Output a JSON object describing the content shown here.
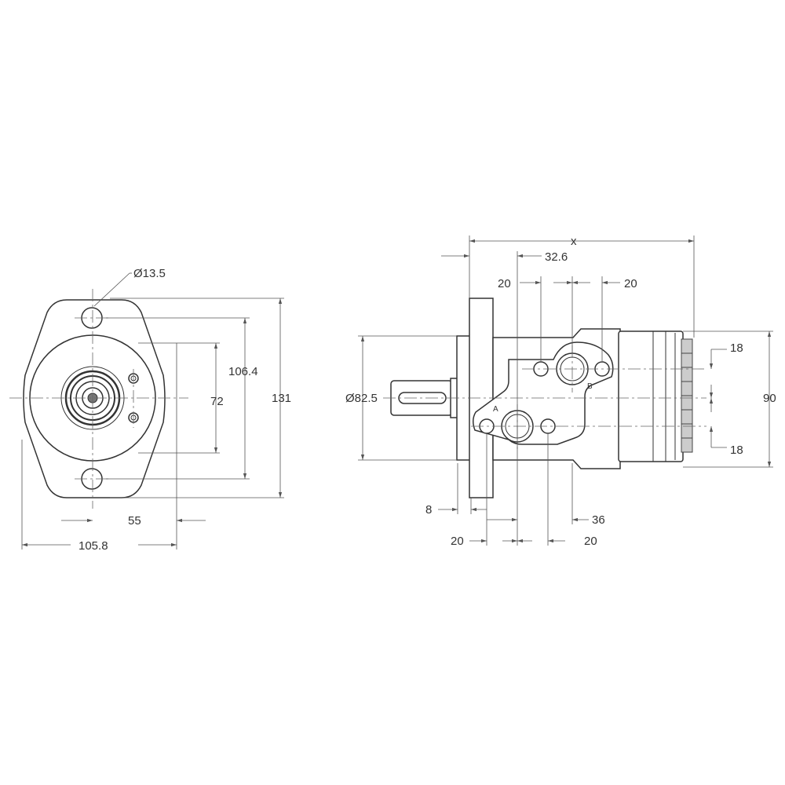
{
  "front_view": {
    "hole_diameter": "Ø13.5",
    "overall_height": "131",
    "hole_spacing": "106.4",
    "port_spacing": "72",
    "half_width": "55",
    "overall_width": "105.8"
  },
  "side_view": {
    "overall_length": "x",
    "port_offset": "32.6",
    "port_b_left": "20",
    "port_b_right": "20",
    "pilot_diameter": "Ø82.5",
    "body_height": "90",
    "upper_offset": "18",
    "lower_offset": "18",
    "flange_thickness": "8",
    "port_depth": "36",
    "port_a_left": "20",
    "port_a_right": "20",
    "port_a_label": "A",
    "port_b_label": "B"
  },
  "colors": {
    "line": "#333333",
    "background": "#ffffff"
  }
}
